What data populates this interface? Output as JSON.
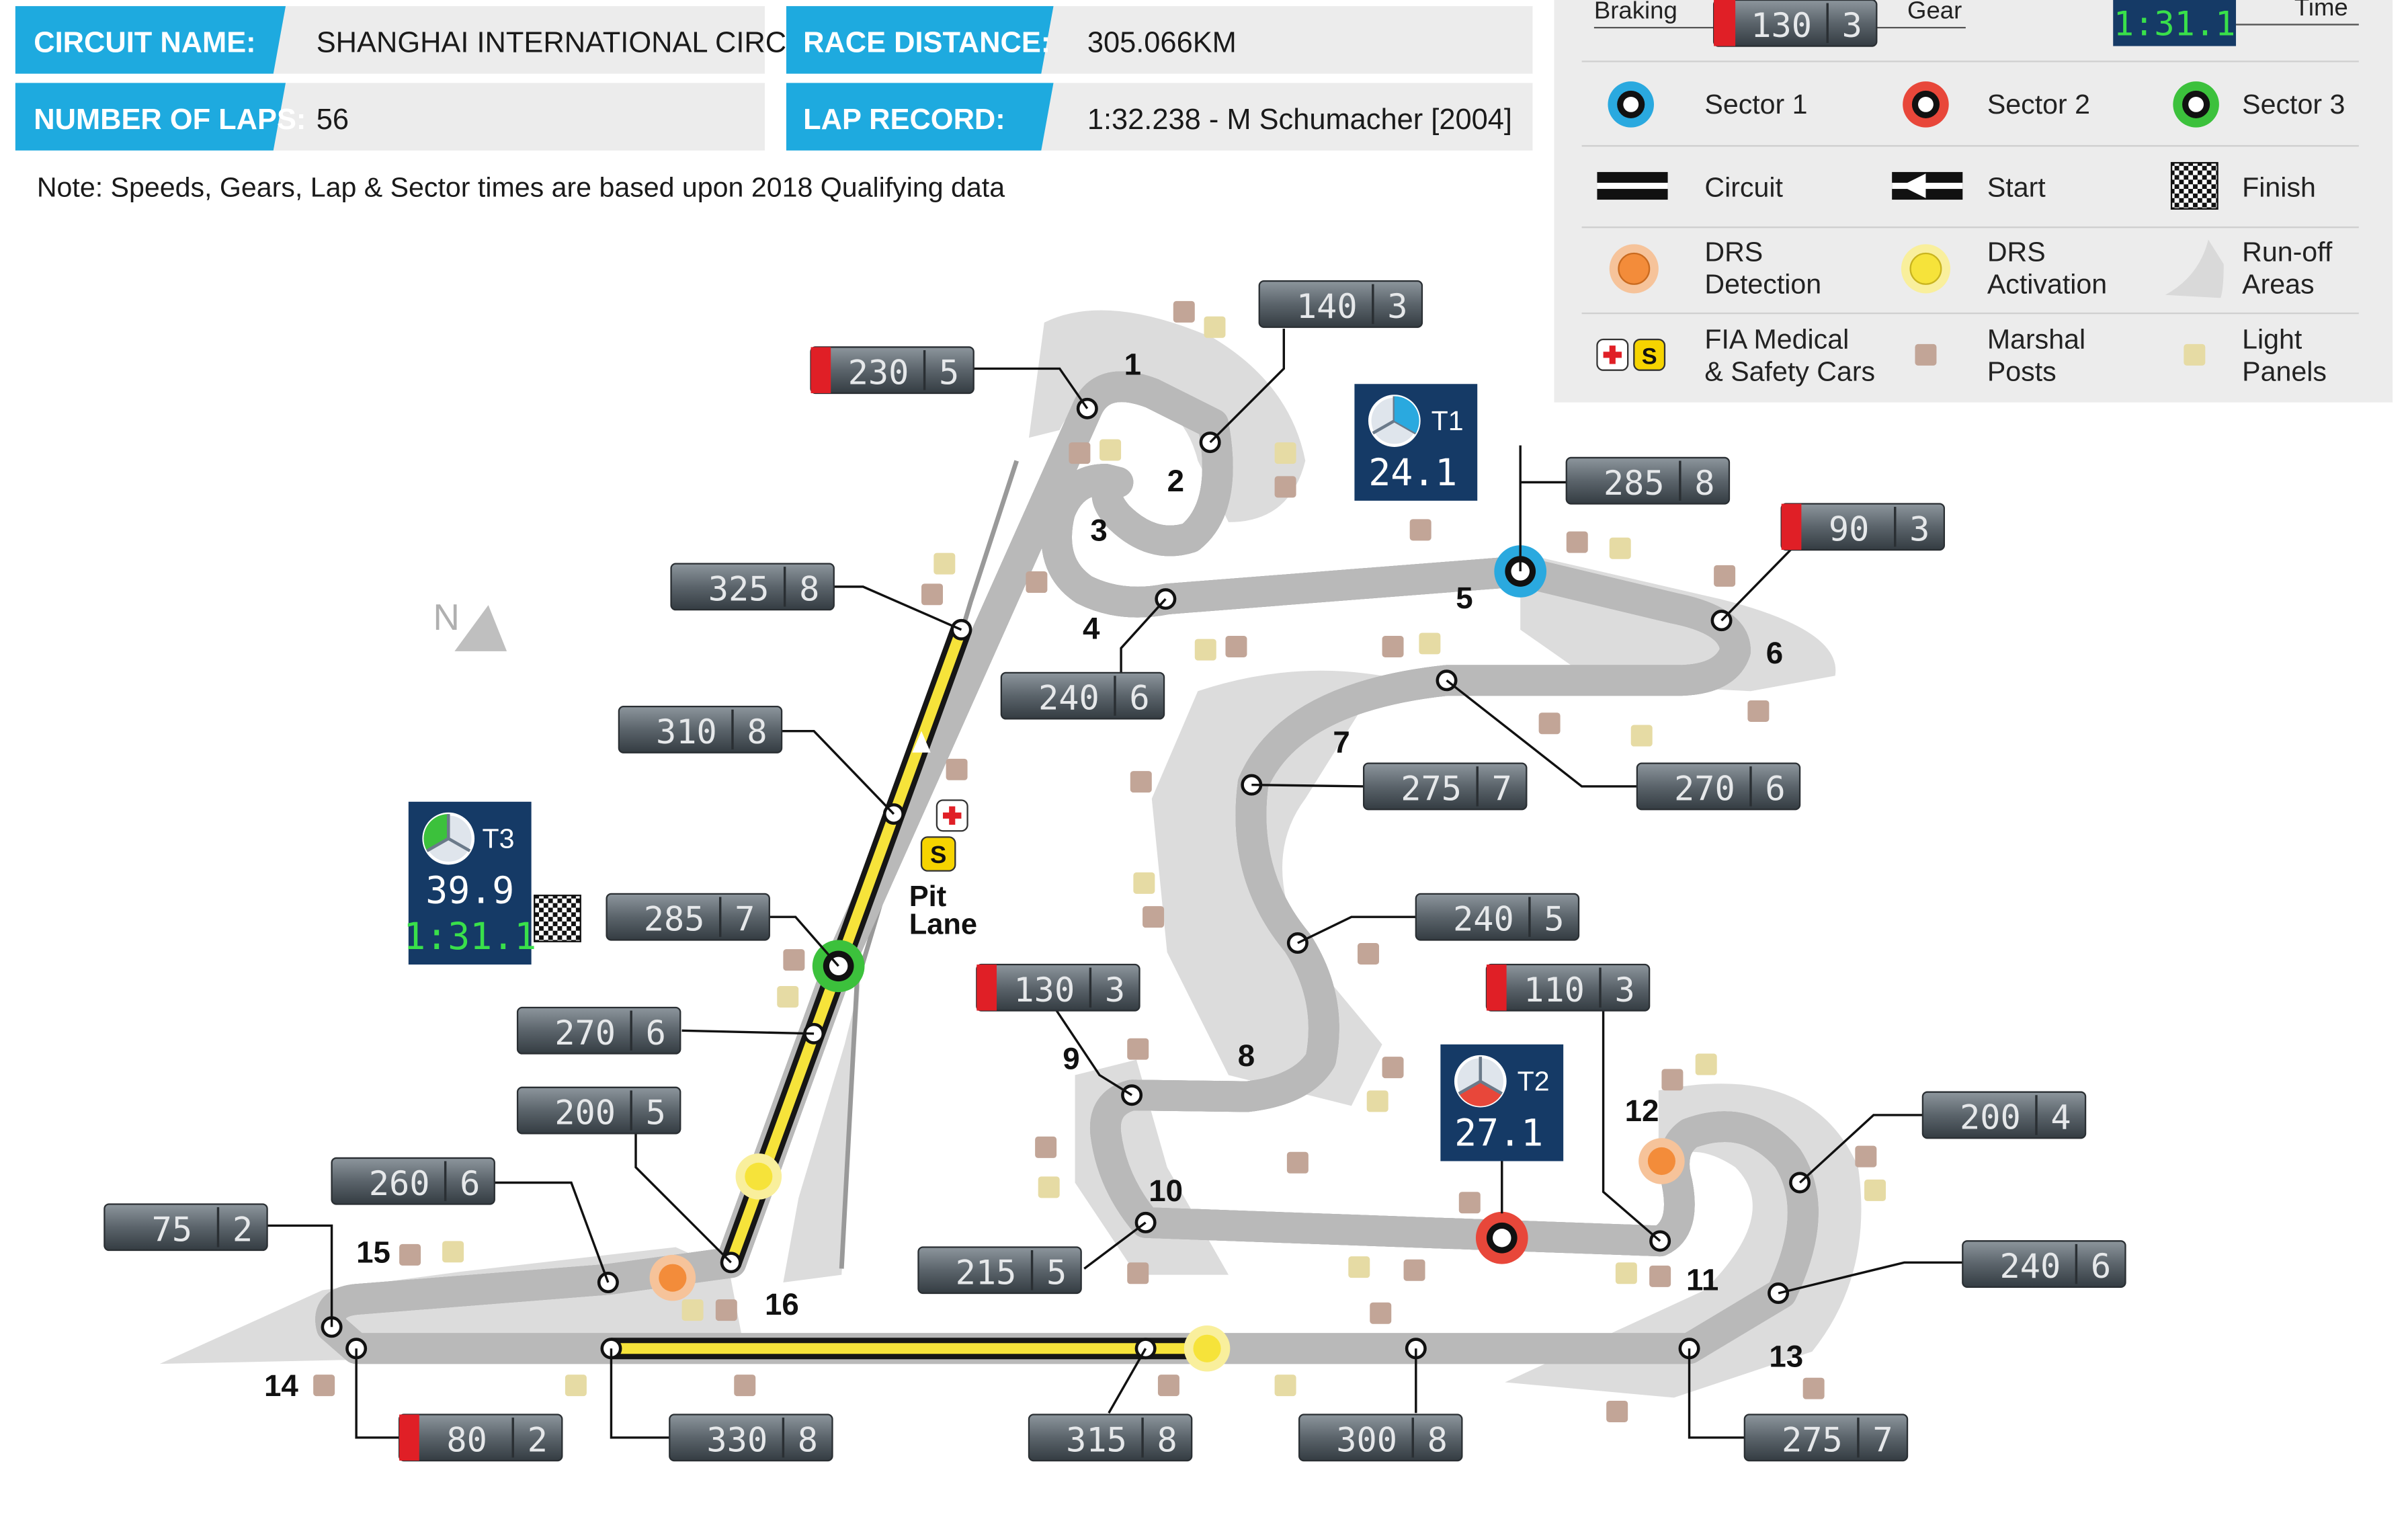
{
  "info": {
    "circuit_name_label": "CIRCUIT NAME:",
    "circuit_name_value": "SHANGHAI INTERNATIONAL CIRCUIT",
    "race_distance_label": "RACE DISTANCE:",
    "race_distance_value": "305.066KM",
    "laps_label": "NUMBER OF LAPS:",
    "laps_value": "56",
    "lap_record_label": "LAP RECORD:",
    "lap_record_value": "1:32.238 - M Schumacher [2004]",
    "note": "Note: Speeds, Gears, Lap & Sector times are based upon 2018 Qualifying data"
  },
  "legend": {
    "braking_label": "Braking",
    "gear_label": "Gear",
    "time_label": "Time",
    "sample_speed": "130",
    "sample_gear": "3",
    "sample_time": "1:31.1",
    "sector1": "Sector 1",
    "sector2": "Sector 2",
    "sector3": "Sector 3",
    "circuit": "Circuit",
    "start": "Start",
    "finish": "Finish",
    "drs_detection_1": "DRS",
    "drs_detection_2": "Detection",
    "drs_activation_1": "DRS",
    "drs_activation_2": "Activation",
    "runoff_1": "Run-off",
    "runoff_2": "Areas",
    "medical_1": "FIA Medical",
    "medical_2": "& Safety Cars",
    "marshal_1": "Marshal",
    "marshal_2": "Posts",
    "light_1": "Light",
    "light_2": "Panels"
  },
  "colors": {
    "accent_blue": "#1eaadf",
    "sector1": "#2aa9df",
    "sector2": "#e8473a",
    "sector3": "#3cc13c",
    "drs_detection": "#f39a56",
    "drs_activation": "#f6e33a",
    "panel_navy": "#153a66",
    "braking_red": "#e01f26",
    "marshal": "#c2a597",
    "light_panel": "#e6dba4"
  },
  "compass": "N",
  "pit_lane": [
    "Pit",
    "Lane"
  ],
  "medical_badge": "+",
  "safety_badge": "S",
  "sector_boxes": [
    {
      "id": "T1",
      "speed": "24.1"
    },
    {
      "id": "T2",
      "speed": "27.1"
    },
    {
      "id": "T3",
      "speed": "39.9",
      "time": "1:31.1"
    }
  ],
  "turns": [
    "1",
    "2",
    "3",
    "4",
    "5",
    "6",
    "7",
    "8",
    "9",
    "10",
    "11",
    "12",
    "13",
    "14",
    "15",
    "16"
  ],
  "speed_boxes": [
    {
      "speed": "230",
      "gear": "5",
      "braking": true
    },
    {
      "speed": "140",
      "gear": "3",
      "braking": false
    },
    {
      "speed": "325",
      "gear": "8",
      "braking": false
    },
    {
      "speed": "285",
      "gear": "8",
      "braking": false
    },
    {
      "speed": "90",
      "gear": "3",
      "braking": true
    },
    {
      "speed": "240",
      "gear": "6",
      "braking": false
    },
    {
      "speed": "310",
      "gear": "8",
      "braking": false
    },
    {
      "speed": "275",
      "gear": "7",
      "braking": false
    },
    {
      "speed": "270",
      "gear": "6",
      "braking": false
    },
    {
      "speed": "285",
      "gear": "7",
      "braking": false
    },
    {
      "speed": "240",
      "gear": "5",
      "braking": false
    },
    {
      "speed": "270",
      "gear": "6",
      "braking": false
    },
    {
      "speed": "130",
      "gear": "3",
      "braking": true
    },
    {
      "speed": "110",
      "gear": "3",
      "braking": true
    },
    {
      "speed": "200",
      "gear": "5",
      "braking": false
    },
    {
      "speed": "200",
      "gear": "4",
      "braking": false
    },
    {
      "speed": "260",
      "gear": "6",
      "braking": false
    },
    {
      "speed": "75",
      "gear": "2",
      "braking": false
    },
    {
      "speed": "215",
      "gear": "5",
      "braking": false
    },
    {
      "speed": "240",
      "gear": "6",
      "braking": false
    },
    {
      "speed": "80",
      "gear": "2",
      "braking": true
    },
    {
      "speed": "330",
      "gear": "8",
      "braking": false
    },
    {
      "speed": "315",
      "gear": "8",
      "braking": false
    },
    {
      "speed": "300",
      "gear": "8",
      "braking": false
    },
    {
      "speed": "275",
      "gear": "7",
      "braking": false
    }
  ]
}
